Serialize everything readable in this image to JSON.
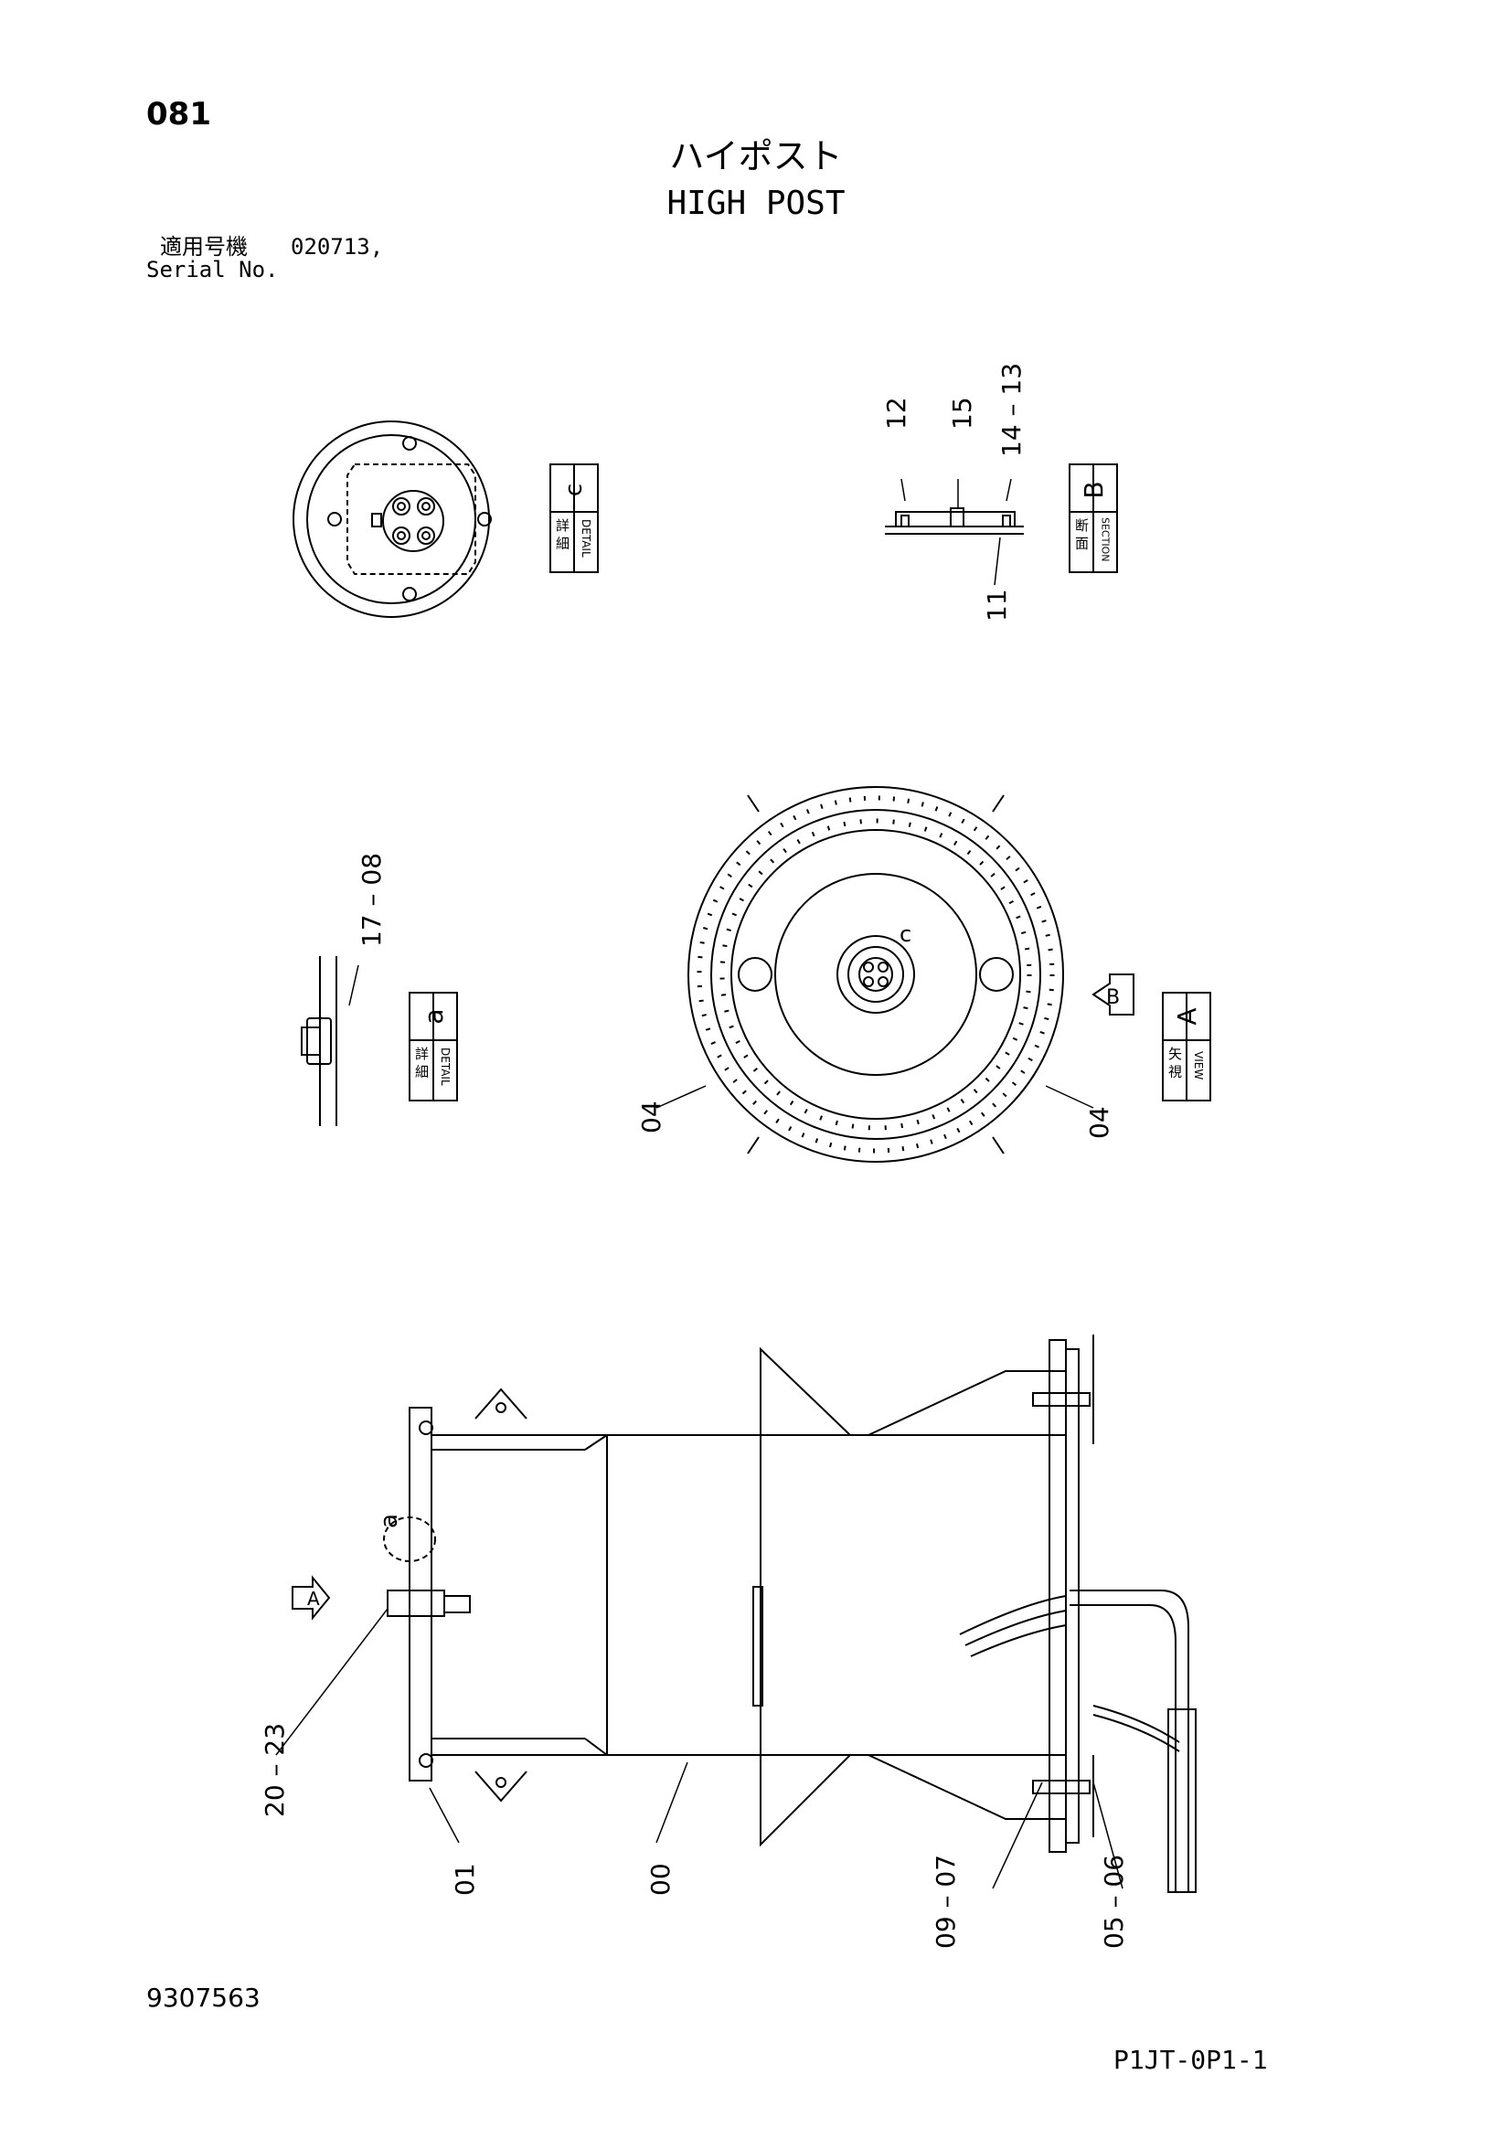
{
  "header": {
    "page_number": "081",
    "title_jp": "ハイポスト",
    "title_en": "HIGH POST",
    "serial_label_jp": "適用号機",
    "serial_value": "020713,",
    "serial_label_en": "Serial No."
  },
  "footer": {
    "part_number": "9307563",
    "sheet_code": "P1JT-0P1-1"
  },
  "boxes": {
    "detail_c": {
      "kanji": "詳 細",
      "sub": "DETAIL",
      "letter": "c"
    },
    "section_b": {
      "kanji": "断 面",
      "sub": "SECTION",
      "letter": "B"
    },
    "detail_a": {
      "kanji": "詳 細",
      "sub": "DETAIL",
      "letter": "a"
    },
    "view_a": {
      "kanji": "矢 視",
      "sub": "VIEW",
      "letter": "A"
    }
  },
  "callouts": {
    "c12": "12",
    "c15": "15",
    "c14_13": "14 – 13",
    "c11": "11",
    "c17_08": "17 – 08",
    "c04_left": "04",
    "c04_right": "04",
    "c_mark": "c",
    "b_arrow": "B",
    "a_mark": "a",
    "a_arrow": "A",
    "c20_23": "20 – 23",
    "c01": "01",
    "c00": "00",
    "c09_07": "09 – 07",
    "c05_06": "05 – 06"
  }
}
